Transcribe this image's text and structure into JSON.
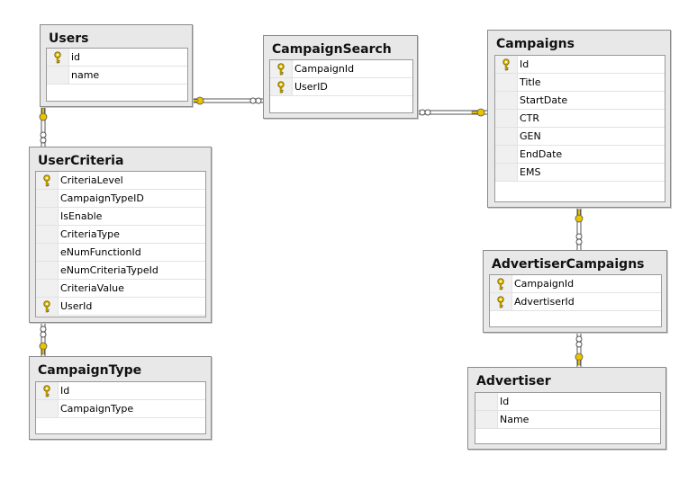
{
  "tables": [
    {
      "id": "users",
      "title": "Users",
      "columns": [
        {
          "name": "id",
          "pk": true
        },
        {
          "name": "name",
          "pk": false
        }
      ]
    },
    {
      "id": "campaign-search",
      "title": "CampaignSearch",
      "columns": [
        {
          "name": "CampaignId",
          "pk": true
        },
        {
          "name": "UserID",
          "pk": true
        }
      ]
    },
    {
      "id": "campaigns",
      "title": "Campaigns",
      "columns": [
        {
          "name": "Id",
          "pk": true
        },
        {
          "name": "Title",
          "pk": false
        },
        {
          "name": "StartDate",
          "pk": false
        },
        {
          "name": "CTR",
          "pk": false
        },
        {
          "name": "GEN",
          "pk": false
        },
        {
          "name": "EndDate",
          "pk": false
        },
        {
          "name": "EMS",
          "pk": false
        }
      ]
    },
    {
      "id": "user-criteria",
      "title": "UserCriteria",
      "columns": [
        {
          "name": "CriteriaLevel",
          "pk": true
        },
        {
          "name": "CampaignTypeID",
          "pk": false
        },
        {
          "name": "IsEnable",
          "pk": false
        },
        {
          "name": "CriteriaType",
          "pk": false
        },
        {
          "name": "eNumFunctionId",
          "pk": false
        },
        {
          "name": "eNumCriteriaTypeId",
          "pk": false
        },
        {
          "name": "CriteriaValue",
          "pk": false
        },
        {
          "name": "UserId",
          "pk": true
        }
      ]
    },
    {
      "id": "advertiser-campaigns",
      "title": "AdvertiserCampaigns",
      "columns": [
        {
          "name": "CampaignId",
          "pk": true
        },
        {
          "name": "AdvertiserId",
          "pk": true
        }
      ]
    },
    {
      "id": "campaign-type",
      "title": "CampaignType",
      "columns": [
        {
          "name": "Id",
          "pk": true
        },
        {
          "name": "CampaignType",
          "pk": false
        }
      ]
    },
    {
      "id": "advertiser",
      "title": "Advertiser",
      "columns": [
        {
          "name": "Id",
          "pk": false
        },
        {
          "name": "Name",
          "pk": false
        }
      ]
    }
  ],
  "relationships": [
    {
      "from": "users",
      "to": "campaign-search",
      "one_end": "users",
      "many_end": "campaign-search"
    },
    {
      "from": "campaigns",
      "to": "campaign-search",
      "one_end": "campaigns",
      "many_end": "campaign-search"
    },
    {
      "from": "users",
      "to": "user-criteria",
      "one_end": "users",
      "many_end": "user-criteria"
    },
    {
      "from": "campaigns",
      "to": "advertiser-campaigns",
      "one_end": "campaigns",
      "many_end": "advertiser-campaigns"
    },
    {
      "from": "user-criteria",
      "to": "campaign-type",
      "one_end": "campaign-type",
      "many_end": "user-criteria"
    },
    {
      "from": "advertiser",
      "to": "advertiser-campaigns",
      "one_end": "advertiser",
      "many_end": "advertiser-campaigns"
    }
  ],
  "colors": {
    "key": "#e8c400",
    "link": "#555555",
    "frame": "#e8e8e8"
  }
}
